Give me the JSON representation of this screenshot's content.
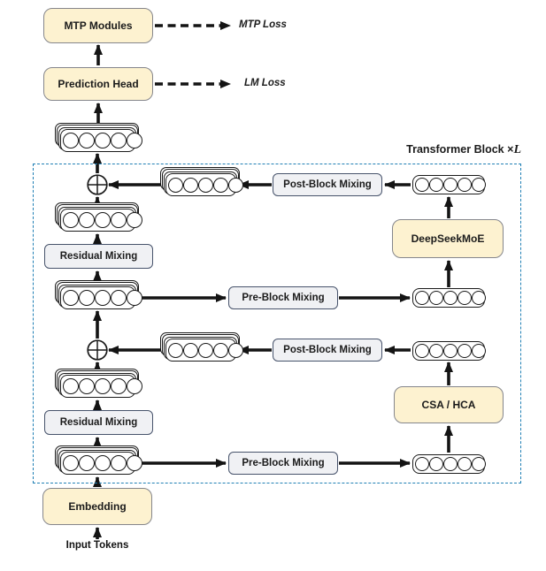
{
  "diagram": {
    "tokens_per_row": 5,
    "nodes": {
      "mtp_modules": "MTP Modules",
      "prediction_head": "Prediction Head",
      "post_block_mixing": "Post-Block Mixing",
      "pre_block_mixing": "Pre-Block Mixing",
      "residual_mixing": "Residual Mixing",
      "deepseekmoe": "DeepSeekMoE",
      "csa_hca": "CSA / HCA",
      "embedding": "Embedding"
    },
    "labels": {
      "mtp_loss": "MTP Loss",
      "lm_loss": "LM Loss",
      "transformer_block": "Transformer Block",
      "times_symbol": "×",
      "block_count_var": "L",
      "input_tokens": "Input Tokens",
      "add_symbol_icon": "circle-plus"
    },
    "colors": {
      "module_fill": "#fdf2d0",
      "module_border": "#85868c",
      "mixing_fill": "#f0f1f4",
      "mixing_border": "#47536b",
      "block_frame": "#1f7fb4",
      "arrow": "#141414",
      "text": "#1b1b1b"
    }
  }
}
